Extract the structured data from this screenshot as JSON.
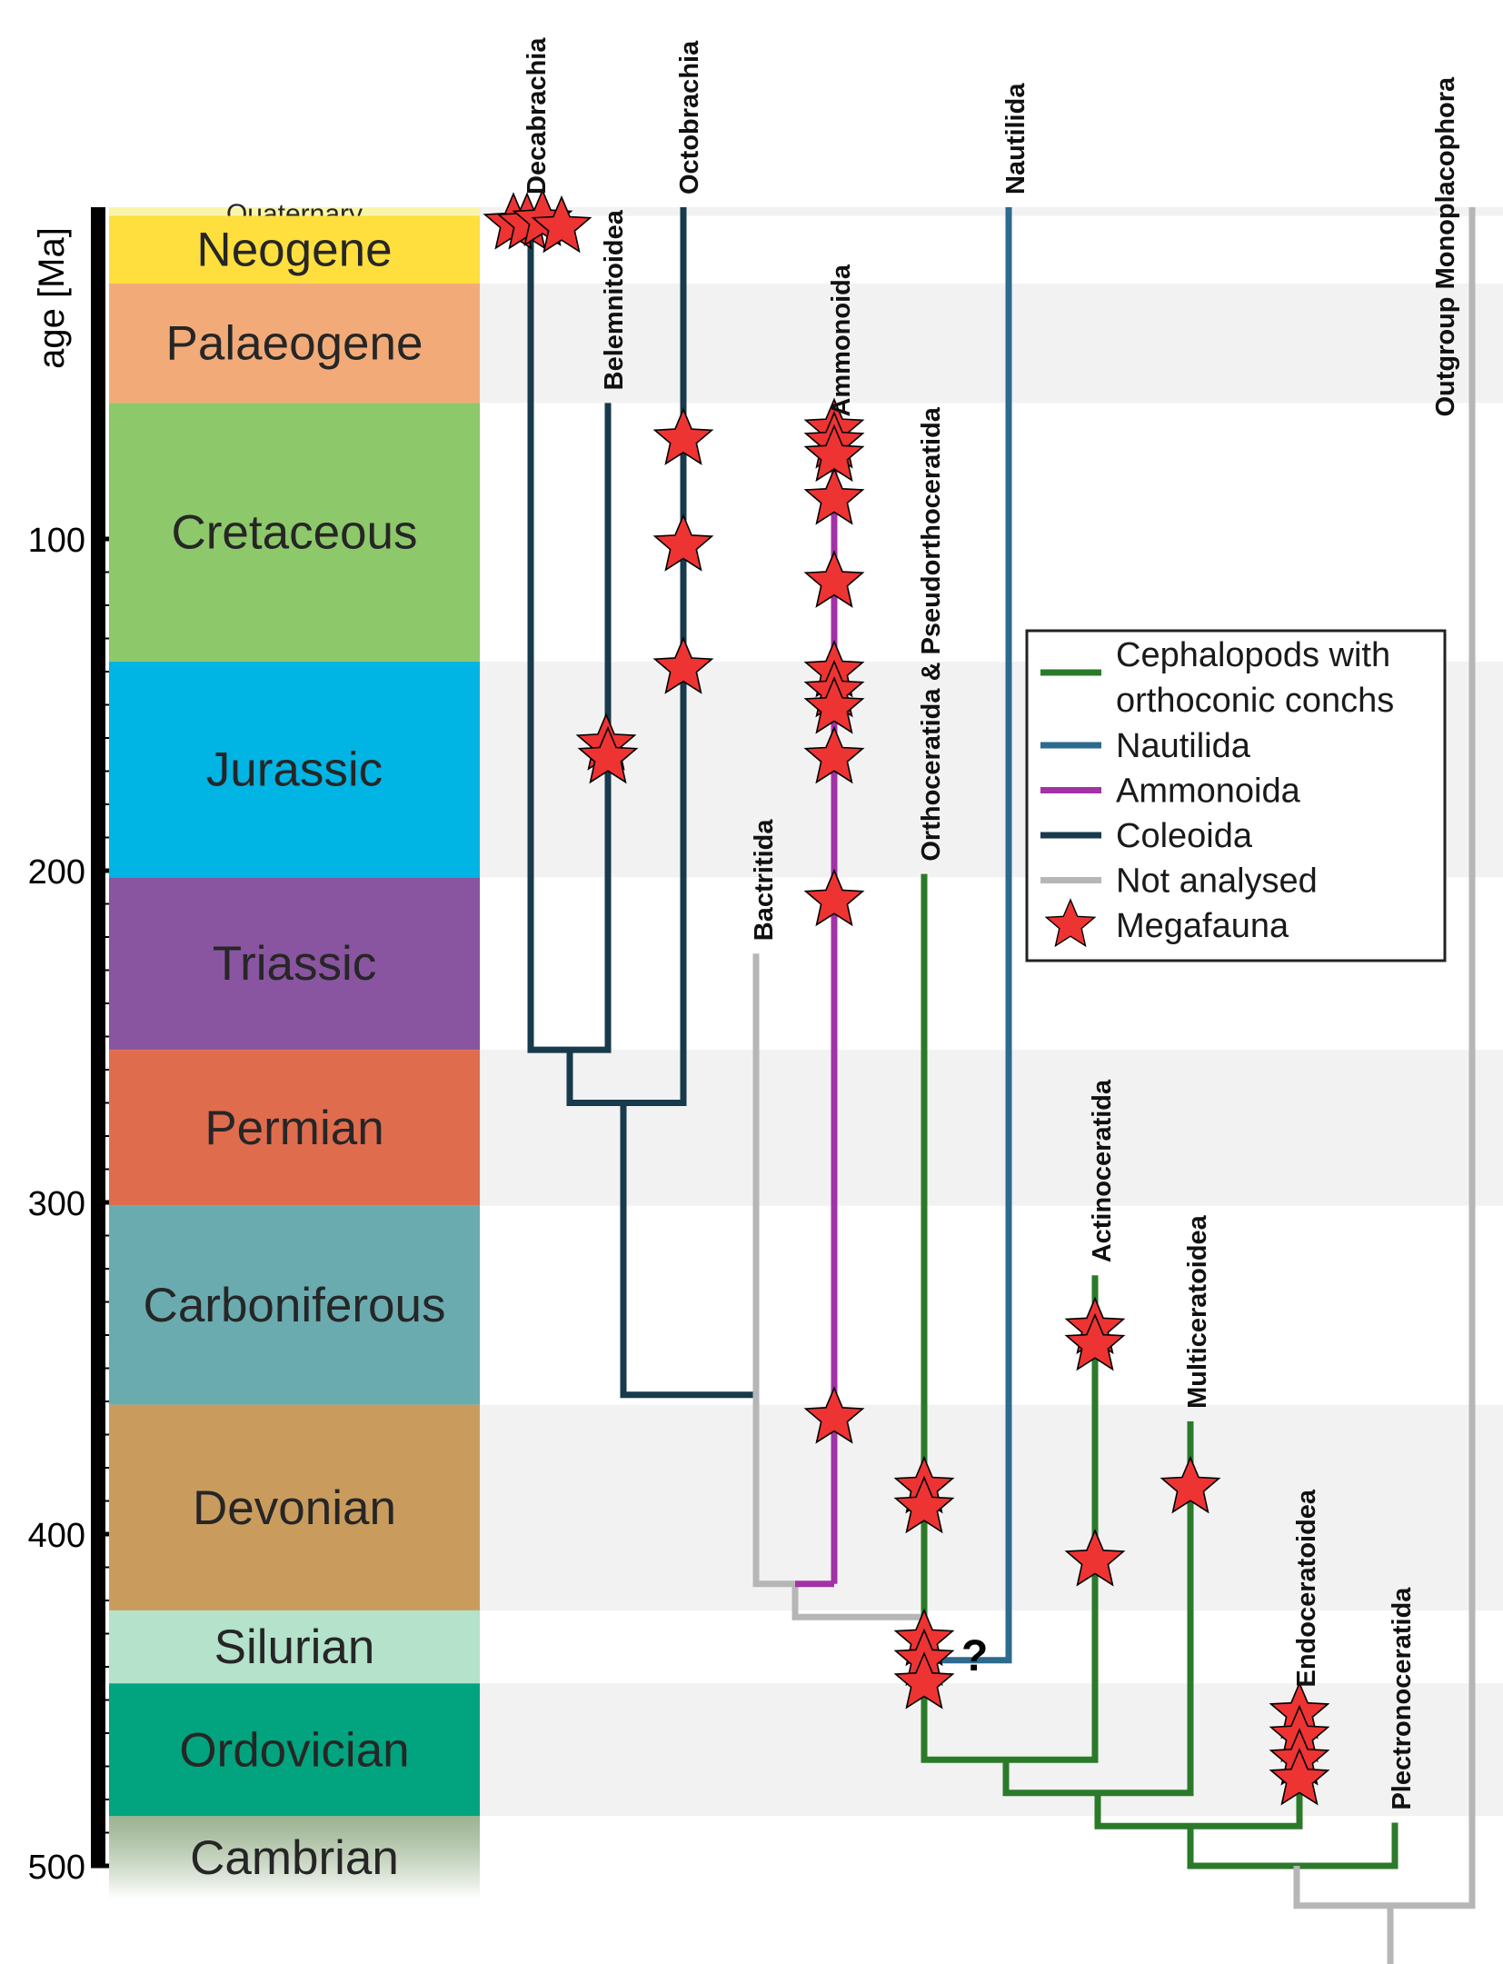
{
  "axis": {
    "title": "age [Ma]",
    "ticks": [
      "100",
      "200",
      "300",
      "400",
      "500"
    ]
  },
  "periods": [
    {
      "name": "Quaternary",
      "start": 0,
      "end": 2.6,
      "color": "#f9f5a8"
    },
    {
      "name": "Neogene",
      "start": 2.6,
      "end": 23,
      "color": "#fedf3d"
    },
    {
      "name": "Palaeogene",
      "start": 23,
      "end": 59,
      "color": "#f2ab78"
    },
    {
      "name": "Cretaceous",
      "start": 59,
      "end": 137,
      "color": "#8dc86a"
    },
    {
      "name": "Jurassic",
      "start": 137,
      "end": 202,
      "color": "#00b4e4"
    },
    {
      "name": "Triassic",
      "start": 202,
      "end": 254,
      "color": "#8954a0"
    },
    {
      "name": "Permian",
      "start": 254,
      "end": 301,
      "color": "#e06c4e"
    },
    {
      "name": "Carboniferous",
      "start": 301,
      "end": 361,
      "color": "#6aabaf"
    },
    {
      "name": "Devonian",
      "start": 361,
      "end": 423,
      "color": "#c99c5e"
    },
    {
      "name": "Silurian",
      "start": 423,
      "end": 445,
      "color": "#b4e2cb"
    },
    {
      "name": "Ordovician",
      "start": 445,
      "end": 485,
      "color": "#01a47e"
    },
    {
      "name": "Cambrian",
      "start": 485,
      "end": 510,
      "color": "#7a9a6c"
    }
  ],
  "taxa": [
    {
      "name": "Decabrachia",
      "group": "coleoida"
    },
    {
      "name": "Belemnitoidea",
      "group": "coleoida"
    },
    {
      "name": "Octobrachia",
      "group": "coleoida"
    },
    {
      "name": "Ammonoida",
      "group": "ammonoida"
    },
    {
      "name": "Bactritida",
      "group": "not_analysed"
    },
    {
      "name": "Orthoceratida & Pseudorthoceratida",
      "group": "orthoconic"
    },
    {
      "name": "Nautilida",
      "group": "nautilida"
    },
    {
      "name": "Actinoceratida",
      "group": "orthoconic"
    },
    {
      "name": "Multiceratoidea",
      "group": "orthoconic"
    },
    {
      "name": "Endoceratoidea",
      "group": "orthoconic"
    },
    {
      "name": "Plectronoceratida",
      "group": "orthoconic"
    },
    {
      "name": "Outgroup Monoplacophora",
      "group": "not_analysed"
    }
  ],
  "question_mark": "?",
  "legend": {
    "items": [
      {
        "label": "Cephalopods with orthoconic conchs",
        "label_line1": "Cephalopods with",
        "label_line2": "orthoconic conchs",
        "color": "#2a7a2a",
        "symbol": "line"
      },
      {
        "label": "Nautilida",
        "color": "#2c6a8e",
        "symbol": "line"
      },
      {
        "label": "Ammonoida",
        "color": "#a232a6",
        "symbol": "line"
      },
      {
        "label": "Coleoida",
        "color": "#173a4c",
        "symbol": "line"
      },
      {
        "label": "Not analysed",
        "color": "#b6b6b6",
        "symbol": "line"
      },
      {
        "label": "Megafauna",
        "color": "#ee3333",
        "symbol": "star"
      }
    ]
  },
  "colors": {
    "orthoconic": "#2a7a2a",
    "nautilida": "#2c6a8e",
    "ammonoida": "#a232a6",
    "coleoida": "#173a4c",
    "not_analysed": "#b6b6b6",
    "megafauna": "#ee3333",
    "band": "#f2f2f2"
  }
}
